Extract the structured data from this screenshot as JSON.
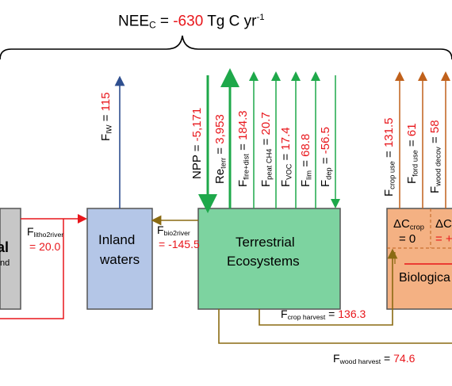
{
  "title": {
    "prefix": "NEE",
    "sub": "C",
    "eq": " = ",
    "value": "-630",
    "unit": " Tg C yr",
    "sup": "-1"
  },
  "boxes": {
    "left_partial": {
      "line1": "al",
      "line2": "nd"
    },
    "inland": {
      "line1": "Inland",
      "line2": "waters"
    },
    "terrestrial": {
      "line1": "Terrestrial",
      "line2": "Ecosystems"
    },
    "biological": {
      "label": "Biologica"
    },
    "delta_crop": {
      "sym": "ΔC",
      "sub": "crop",
      "eq": "= 0"
    },
    "delta_partial": {
      "sym": "ΔC",
      "sub": "",
      "eq": "= +"
    }
  },
  "fluxes": {
    "f_iw": {
      "sym": "F",
      "sub": "IW",
      "eq": " = ",
      "value": "115"
    },
    "f_litho2river": {
      "sym": "F",
      "sub": "litho2river",
      "value": "= 20.0"
    },
    "f_bio2river": {
      "sym": "F",
      "sub": "bio2river",
      "value": "= -145.5"
    },
    "npp": {
      "sym": "NPP",
      "sub": "",
      "eq": " = ",
      "value": "-5,171"
    },
    "re_terr": {
      "sym": "Re",
      "sub": "terr",
      "eq": " = ",
      "value": "3,953"
    },
    "f_fire": {
      "sym": "F",
      "sub": "fire+dist",
      "eq": " = ",
      "value": "184.3"
    },
    "f_peat": {
      "sym": "F",
      "sub": "peat CH4",
      "eq": " = ",
      "value": "20.7"
    },
    "f_voc": {
      "sym": "F",
      "sub": "VOC",
      "eq": " = ",
      "value": "17.4"
    },
    "f_lim": {
      "sym": "F",
      "sub": "lim",
      "eq": " = ",
      "value": "68.8"
    },
    "f_dep": {
      "sym": "F",
      "sub": "dep",
      "eq": " = ",
      "value": "-56.5"
    },
    "f_crop_use": {
      "sym": "F",
      "sub": "crop use",
      "eq": " = ",
      "value": "131.5"
    },
    "f_ford_use": {
      "sym": "F",
      "sub": "ford use",
      "eq": " = ",
      "value": "61"
    },
    "f_wood_decov": {
      "sym": "F",
      "sub": "wood decov",
      "eq": " = ",
      "value": "58"
    },
    "f_crop_harvest": {
      "sym": "F",
      "sub": "crop harvest",
      "eq": " = ",
      "value": "136.3"
    },
    "f_wood_harvest": {
      "sym": "F",
      "sub": "wood harvest",
      "eq": " = ",
      "value": "74.6"
    }
  },
  "colors": {
    "red": "#e8161b",
    "blue": "#2f4f8f",
    "green": "#1ea84a",
    "orange": "#c0611b",
    "olive": "#8a6a12"
  }
}
